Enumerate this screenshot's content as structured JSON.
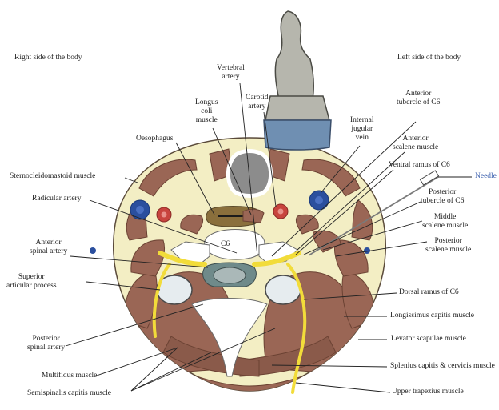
{
  "sides": {
    "right": "Right side of the body",
    "left": "Left side of the body"
  },
  "labels": {
    "vertebral_artery": "Vertebral\nartery",
    "longus_coli": "Longus\ncoli\nmuscle",
    "carotid_artery": "Carotid\nartery",
    "oesophagus": "Oesophagus",
    "anterior_tubercle": "Anterior\ntubercle of C6",
    "internal_jugular": "Internal\njugular\nvein",
    "anterior_scalene": "Anterior\nscalene muscle",
    "ventral_ramus": "Ventral ramus of C6",
    "needle": "Needle",
    "scm": "Sternocleidomastoid muscle",
    "radicular_artery": "Radicular artery",
    "posterior_tubercle": "Posterior\ntubercle of C6",
    "middle_scalene": "Middle\nscalene muscle",
    "c6": "C6",
    "anterior_spinal_artery": "Anterior\nspinal artery",
    "posterior_scalene": "Posterior\nscalene muscle",
    "superior_articular": "Superior\narticular process",
    "dorsal_ramus": "Dorsal ramus of C6",
    "longissimus": "Longissimus capitis muscle",
    "posterior_spinal_artery": "Posterior\nspinal artery",
    "levator_scapulae": "Levator scapulae muscle",
    "multifidus": "Multifidus muscle",
    "splenius": "Splenius capitis & cervicis muscle",
    "semispinalis": "Semispinalis capitis muscle",
    "upper_trapezius": "Upper trapezius muscle"
  },
  "colors": {
    "skin": "#f3eec4",
    "muscle": "#9a6655",
    "muscle_dark": "#7a4b3c",
    "bone": "#ffffff",
    "artery": "#c8443e",
    "vein": "#2b4f9e",
    "nerve": "#f2dc3a",
    "probe": "#b6b6ad",
    "probe_base": "#6f8fb2",
    "needle_label": "#3a5fae"
  }
}
